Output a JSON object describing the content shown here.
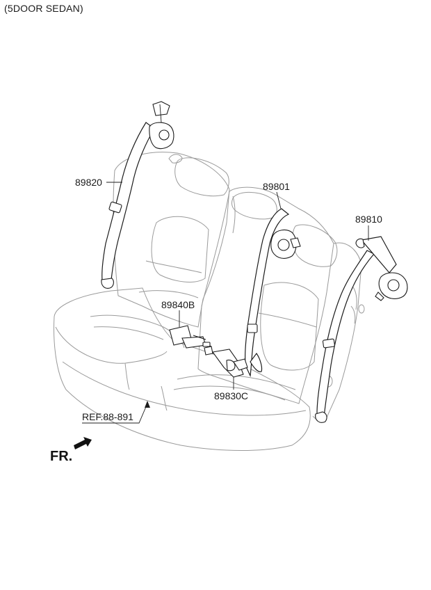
{
  "header": {
    "variant_label": "(5DOOR SEDAN)"
  },
  "parts": [
    {
      "part_no": "89820"
    },
    {
      "part_no": "89801"
    },
    {
      "part_no": "89810"
    },
    {
      "part_no": "89840B"
    },
    {
      "part_no": "89830C"
    }
  ],
  "reference": {
    "label": "REF.88-891"
  },
  "direction": {
    "label": "FR."
  }
}
